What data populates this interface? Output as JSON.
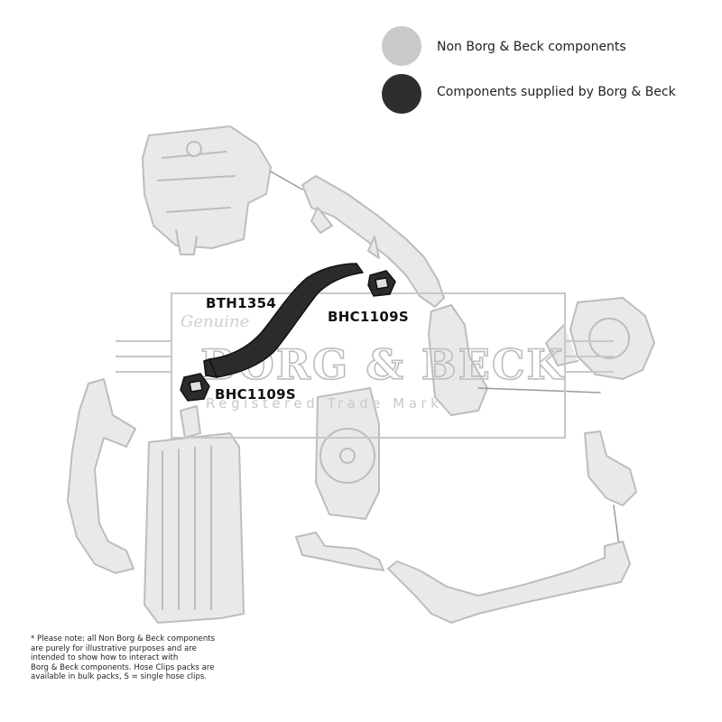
{
  "legend": {
    "non_bb": {
      "label": "Non Borg & Beck components",
      "color": "#c9c9c9"
    },
    "bb": {
      "label": "Components supplied by Borg & Beck",
      "color": "#2e2e2e"
    }
  },
  "parts": {
    "hose": "BTH1354",
    "clip_upper": "BHC1109S",
    "clip_lower": "BHC1109S"
  },
  "watermark": {
    "brand": "BORG & BECK",
    "tagline": "Registered Trade Mark",
    "script": "Genuine"
  },
  "note_lines": [
    "* Please note: all Non Borg & Beck components",
    "are purely for illustrative purposes and are",
    "intended to show how to interact with",
    "Borg & Beck components. Hose Clips packs are",
    "available in bulk packs, S = single hose clips."
  ]
}
